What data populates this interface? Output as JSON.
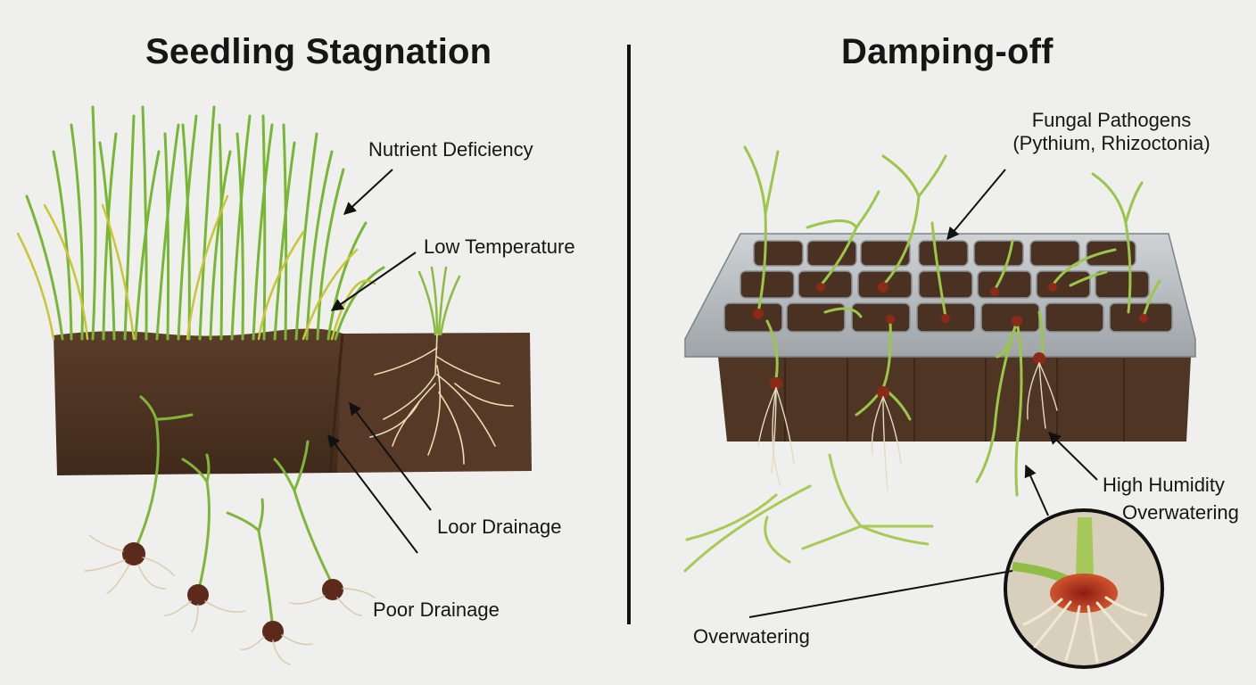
{
  "left_panel": {
    "title": "Seedling Stagnation",
    "labels": [
      "Nutrient Deficiency",
      "Low Temperature",
      "Loor Drainage",
      "Poor Drainage"
    ]
  },
  "right_panel": {
    "title": "Damping-off",
    "labels": {
      "pathogens_line1": "Fungal Pathogens",
      "pathogens_line2": "(Pythium, Rhizoctonia)",
      "humidity_line1": "High Humidity",
      "humidity_line2": "Overwatering",
      "overwatering": "Overwatering"
    }
  },
  "colors": {
    "background": "#efefed",
    "soil": "#4f3524",
    "grass": "#6fb02e",
    "tray": "#b7bcc0",
    "lesion": "#b1341f"
  }
}
